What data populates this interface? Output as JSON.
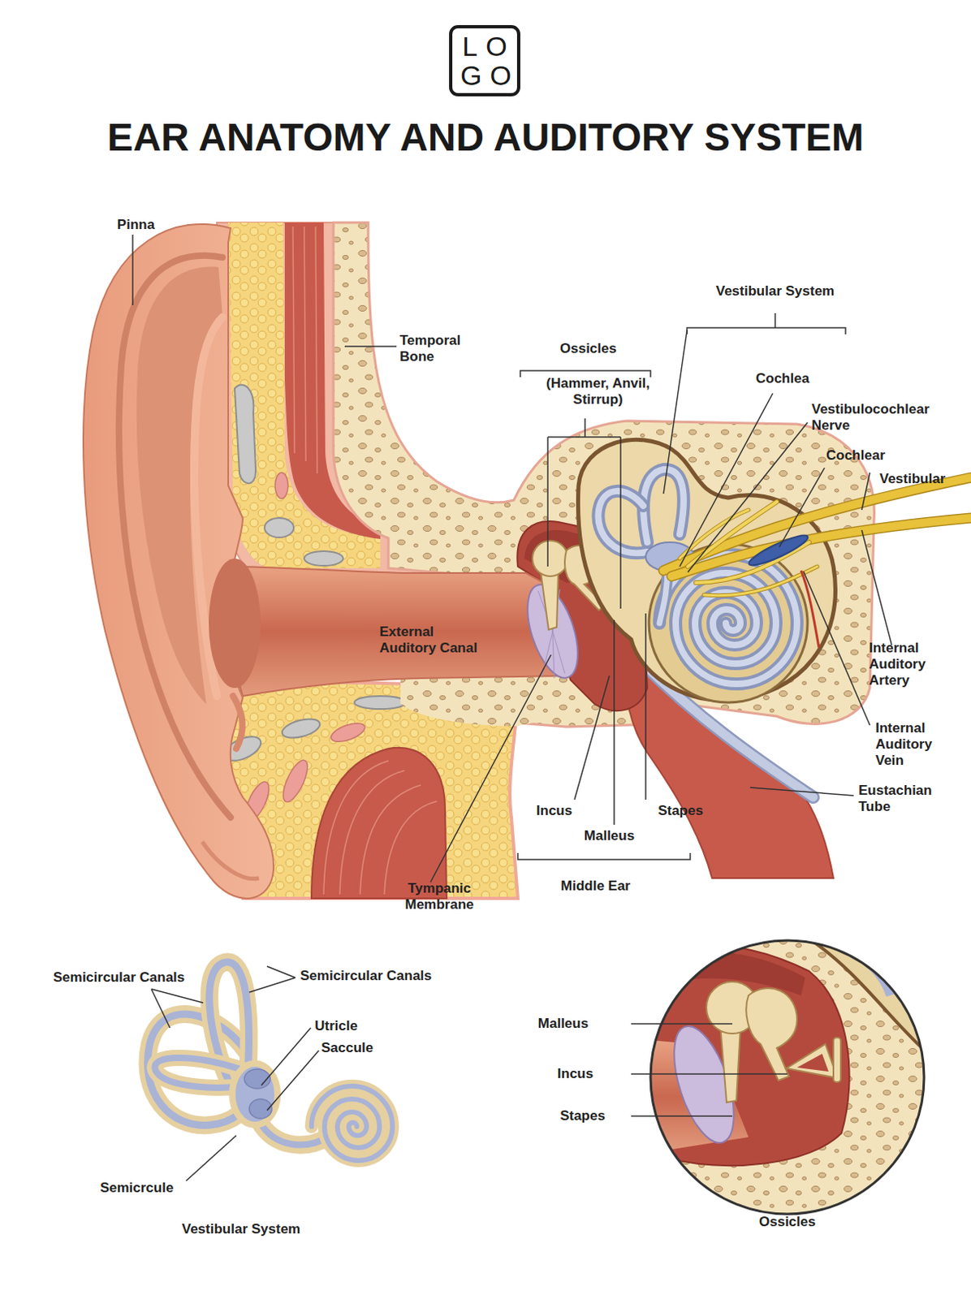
{
  "diagram": {
    "title": "EAR ANATOMY AND AUDITORY SYSTEM",
    "nodes": [
      {
        "text": [
          "LO GO"
        ]
      }
    ],
    "labels": [
      "Pinna",
      "Temporal Bone",
      "Ossicles",
      "(Hammer, Anvil, Stirrup)",
      "Vestibular System",
      "Cochlea",
      "Vestibulocochlear Nerve",
      "Cochlear",
      "Vestibular",
      "External Auditory Canal",
      "Internal Auditory Artery",
      "Internal Auditory Vein",
      "Eustachian Tube",
      "Incus",
      "Malleus",
      "Stapes",
      "Middle Ear",
      "Tympanic Membrane",
      "Semicircular Canals",
      "Semicircular Canals",
      "Utricle",
      "Saccule",
      "Semicrcule",
      "Vestibular System",
      "Malleus",
      "Incus",
      "Stapes",
      "Ossicles"
    ]
  }
}
